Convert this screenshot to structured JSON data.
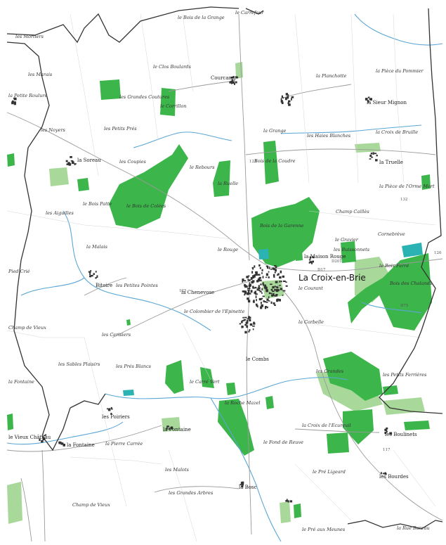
{
  "map": {
    "town": "La Croix-en-Brie",
    "colors": {
      "forest": "#3cb54a",
      "forest_light": "#a9d99a",
      "commune_border": "#333333",
      "road": "#9a9a9a",
      "stream": "#5aa6d6",
      "water": "#2bb3b3",
      "building": "#333333"
    },
    "places": {
      "mortiers": "les Mortiers",
      "petite_roulure": "la Petite Roulure",
      "noyers": "les Noyers",
      "soreau": "la Soreau",
      "marais": "les Marais",
      "petits_prez": "les Petits Prés",
      "bois_colees": "le Bois de Colées",
      "grande_coutures": "les Grandes Coutures",
      "coupies": "les Coupies",
      "ruelle": "la Ruelle",
      "clos_boulards": "le Clos Boulards",
      "rouge_chemin": "le Rouge",
      "courcamp": "Courcamp",
      "corrilon": "le Corrillon",
      "rebours": "le Rebours",
      "grange": "la Grange",
      "planchotte": "la Planchotte",
      "pommier": "la Pièce du Pommier",
      "sieur_mignon": "la Sieur Mignon",
      "haies_blanches": "les Haies Blanches",
      "croix_bruille": "la Croix de Bruille",
      "bois_coudre": "Bois de la Coudre",
      "truelle": "la Truelle",
      "pierre_lierre": "la Pièce de l'Orme Mort",
      "champ_cailles": "Champ Caillès",
      "gravier": "le Gravier",
      "bois_garenne": "Bois de la Garenne",
      "roche_mazel": "la Roche Mazel",
      "fond_reuve": "le Fond de Reuve",
      "bosc": "la Bosc",
      "grandes": "les Grandes",
      "courant": "le Courant",
      "chenevos": "la Chenevose",
      "bitoire": "Bitoire",
      "petites_pointes": "les Petites Pointes",
      "coulombier": "le Colombier de l'Epinette",
      "aiguilles": "les Aiguilles",
      "cerisiers": "les Cerisiers",
      "sables": "les Sables Plaisirs",
      "pres_blancs": "les Prés Blancs",
      "fontaine": "la Fontaine",
      "corselles": "la Corbelle",
      "pommeraie": "les Poiriers",
      "petits_quatre": "le Carré Vert",
      "combs": "le Combs",
      "pierre_carree": "la Pierre Carrée",
      "fontaine_bas": "la Fontaine",
      "malots": "les Malots",
      "pied_crie": "Pied Crié",
      "carrefour": "le Carrefour",
      "hubers": "le Bois de la Grange",
      "malais": "la Malais",
      "maisons": "la Maison Rouge",
      "buissonnets": "les Buissonnets",
      "bois_ferre": "le Bois Ferré",
      "ferrieres": "les Petits Ferrières",
      "pre_ligeard": "le Pré Ligeard",
      "pre_meunes": "le Pré aux Meunes",
      "boulinets": "les Boulinets",
      "bourdes": "les Bourdes",
      "rue_bareau": "la Rue Bareau",
      "champ_vieux": "Champ de Vieux",
      "vieux_chateau": "le Vieux Château",
      "clos_bas": "la Fontaine",
      "ferme": "les Grandes Arbres",
      "canot": "Cornebrève",
      "eureau": "la Croix de l'Ecureuil",
      "bois_patte": "le Bois Patte",
      "bois_chalands": "Bois des Chalands"
    },
    "road_numbers": [
      "D17",
      "D201",
      "D75",
      "123",
      "126",
      "132",
      "125",
      "117"
    ]
  }
}
